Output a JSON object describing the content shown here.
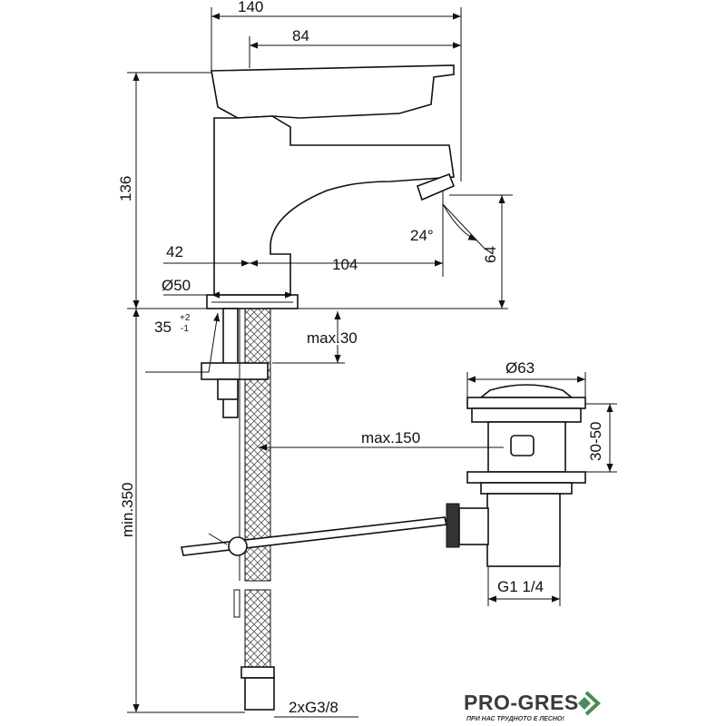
{
  "dimensions": {
    "width_total": "140",
    "lever_length": "84",
    "height_total": "136",
    "body_offset": "42",
    "spout_reach": "104",
    "base_diameter": "Ø50",
    "spout_height": "64",
    "spout_angle": "24°",
    "hole_diameter": "35",
    "hole_tol_plus": "+2",
    "hole_tol_minus": "-1",
    "deck_thickness": "max.30",
    "hose_length": "min.350",
    "rod_length": "max.150",
    "waste_diameter": "Ø63",
    "waste_height": "30-50",
    "waste_thread": "G1 1/4",
    "hose_thread": "2xG3/8"
  },
  "logo": {
    "name": "PRO-GRES",
    "tagline": "ПРИ НАС ТРУДНОТО Е ЛЕСНО!",
    "brand_color": "#4a8a5c"
  }
}
